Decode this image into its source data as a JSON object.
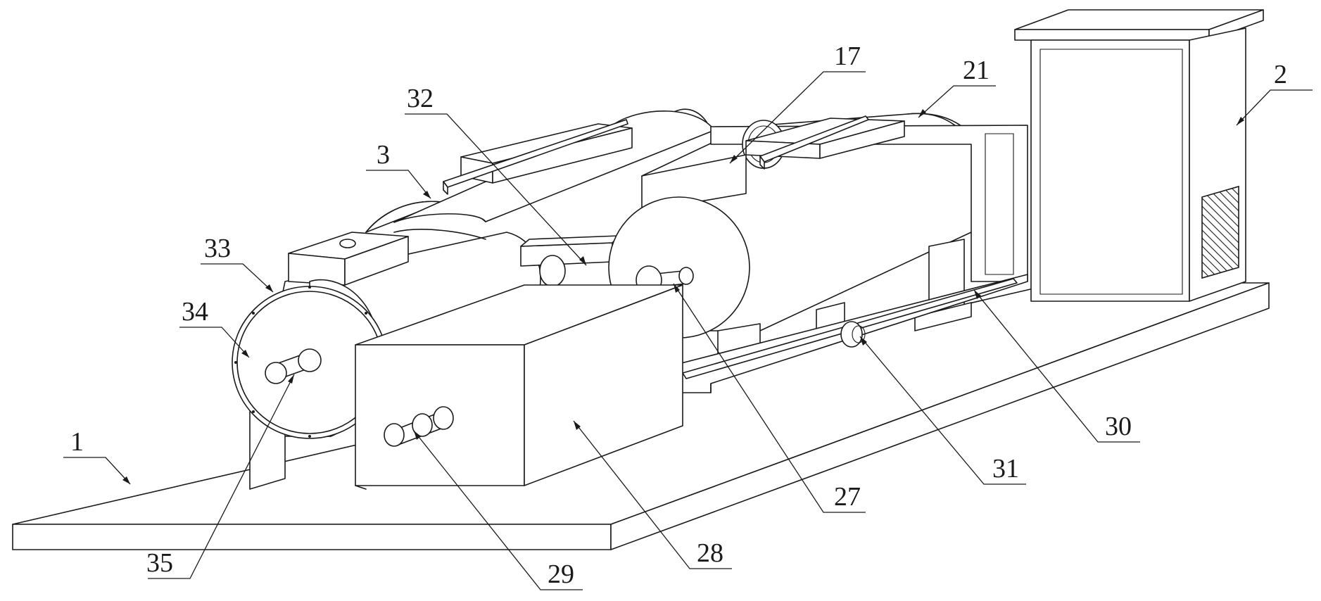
{
  "figure": {
    "callouts": [
      {
        "id": "c1",
        "text": "1"
      },
      {
        "id": "c2",
        "text": "2"
      },
      {
        "id": "c3",
        "text": "3"
      },
      {
        "id": "c17",
        "text": "17"
      },
      {
        "id": "c21",
        "text": "21"
      },
      {
        "id": "c27",
        "text": "27"
      },
      {
        "id": "c28",
        "text": "28"
      },
      {
        "id": "c29",
        "text": "29"
      },
      {
        "id": "c30",
        "text": "30"
      },
      {
        "id": "c31",
        "text": "31"
      },
      {
        "id": "c32",
        "text": "32"
      },
      {
        "id": "c33",
        "text": "33"
      },
      {
        "id": "c34",
        "text": "34"
      },
      {
        "id": "c35",
        "text": "35"
      }
    ]
  }
}
